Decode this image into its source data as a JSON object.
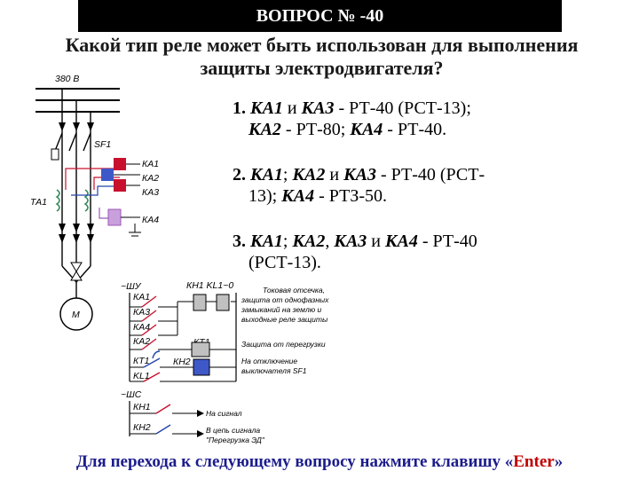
{
  "header": {
    "title": "ВОПРОС № -40"
  },
  "question": {
    "line1": "Какой тип реле может быть использован для выполнения",
    "line2": "защиты электродвигателя?"
  },
  "answers": [
    {
      "num": "1.",
      "a": "КА1",
      "b": " и ",
      "c": "КА3",
      "d": " - РТ-40 (РСТ-13);",
      "e": "КА2",
      "f": " - РТ-80; ",
      "g": "КА4",
      "h": " - РТ-40."
    },
    {
      "num": "2.",
      "a": "КА1",
      "b": "; ",
      "c": "КА2",
      "d": " и ",
      "e": "КА3",
      "f": " - РТ-40 (РСТ-",
      "g": "13); ",
      "h": "КА4",
      "i": " - РТЗ-50."
    },
    {
      "num": "3.",
      "a": "КА1",
      "b": "; ",
      "c": "КА2",
      "d": ", ",
      "e": "КА3",
      "f": " и ",
      "g": "КА4",
      "h": " - РТ-40",
      "i": "(РСТ-13)."
    }
  ],
  "diagram": {
    "voltage": "380 В",
    "breaker": "SF1",
    "ct": "ТА1",
    "relays": [
      "КА1",
      "КА2",
      "КА3",
      "КА4"
    ],
    "motor": "М",
    "bus_control": "~ШУ",
    "bus_signal": "~ШС",
    "contacts_left": [
      "КА1",
      "КА3",
      "КА4",
      "КА2",
      "КТ1",
      "KL1"
    ],
    "coils_top": "КН1  KL1~0",
    "kt1": "КТ1",
    "kn2": "КН2",
    "kn1_sig": "КН1",
    "kn2_sig": "КН2",
    "note1": [
      "Токовая отсечка,",
      "защита от однофазных",
      "замыканий на землю и",
      "выходные реле защиты"
    ],
    "note2": "Защита от перегрузки",
    "note3": [
      "На отключение",
      "выключателя SF1"
    ],
    "note4": "На сигнал",
    "note5": [
      "В цепь сигнала",
      "\"Перегрузка ЭД\""
    ]
  },
  "colors": {
    "coil_red": "#c8102e",
    "coil_blue": "#3f58c8",
    "coil_purple": "#9b59b6",
    "wire_blue": "#2244aa",
    "green": "#2e8b57"
  },
  "footer": {
    "text": "Для перехода к следующему вопросу нажмите клавишу ",
    "lq": "«",
    "key": "Enter",
    "rq": "»"
  }
}
